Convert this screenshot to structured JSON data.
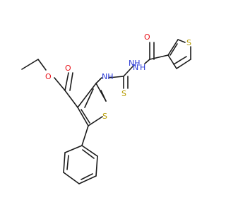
{
  "molecule": {
    "atoms": {
      "ester_carbonyl_o": "O",
      "ester_ether_o": "O",
      "amide_o": "O",
      "thiophene_s_main": "S",
      "thiophene_s_right": "S",
      "thiourea_s": "S",
      "nh_amine": "NH",
      "nh_hydrazine_1": "NH",
      "nh_hydrazine_2": "N",
      "nh_hydrazine_2_h": "H"
    },
    "colors": {
      "bond": "#1a1a1a",
      "oxygen": "#e8141b",
      "nitrogen": "#2b3bd6",
      "sulfur": "#b59b00"
    }
  }
}
